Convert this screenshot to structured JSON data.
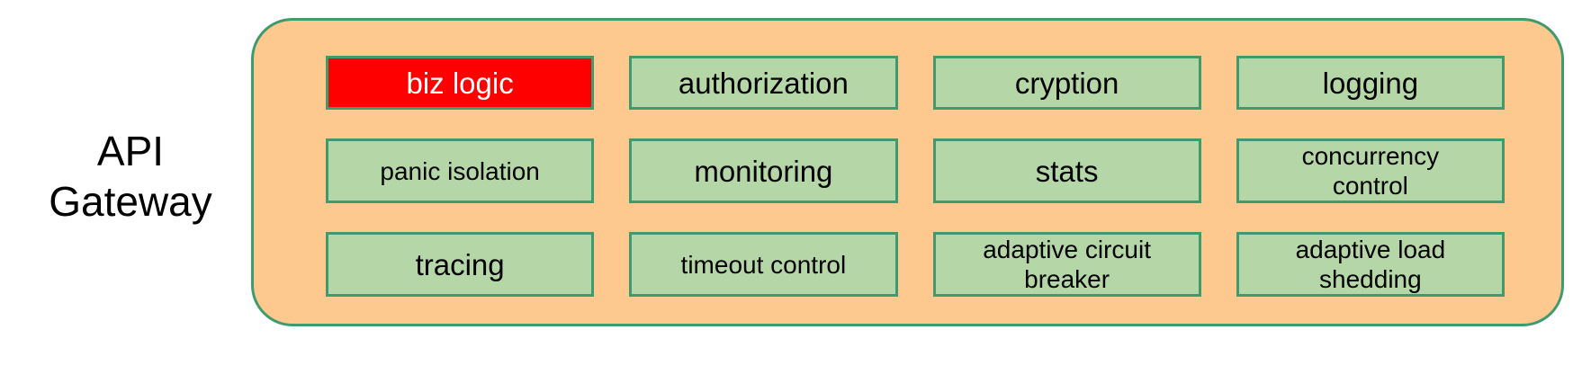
{
  "diagram": {
    "left_label": "API\nGateway",
    "container": {
      "name": "api-gateway-container",
      "fill_color": "#fdc98f",
      "border_color": "#3f9b6d"
    },
    "module_colors": {
      "default_fill": "#b5d7a8",
      "default_text": "#000000",
      "highlight_fill": "#fe0000",
      "highlight_text": "#ffffff",
      "border": "#3f9b6d"
    },
    "modules": [
      {
        "label": "biz logic",
        "highlight": true,
        "small": false
      },
      {
        "label": "authorization",
        "highlight": false,
        "small": false
      },
      {
        "label": "cryption",
        "highlight": false,
        "small": false
      },
      {
        "label": "logging",
        "highlight": false,
        "small": false
      },
      {
        "label": "panic isolation",
        "highlight": false,
        "small": true
      },
      {
        "label": "monitoring",
        "highlight": false,
        "small": false
      },
      {
        "label": "stats",
        "highlight": false,
        "small": false
      },
      {
        "label": "concurrency\ncontrol",
        "highlight": false,
        "small": true
      },
      {
        "label": "tracing",
        "highlight": false,
        "small": false
      },
      {
        "label": "timeout control",
        "highlight": false,
        "small": true
      },
      {
        "label": "adaptive circuit\nbreaker",
        "highlight": false,
        "small": true
      },
      {
        "label": "adaptive load\nshedding",
        "highlight": false,
        "small": true
      }
    ]
  }
}
